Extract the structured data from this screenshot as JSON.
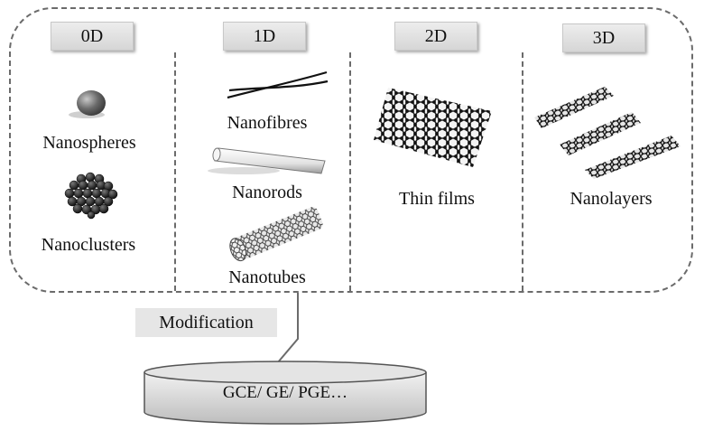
{
  "dimensions": [
    "0D",
    "1D",
    "2D",
    "3D"
  ],
  "materials": {
    "nanospheres": "Nanospheres",
    "nanoclusters": "Nanoclusters",
    "nanofibres": "Nanofibres",
    "nanorods": "Nanorods",
    "nanotubes": "Nanotubes",
    "thin_films": "Thin films",
    "nanolayers": "Nanolayers"
  },
  "modification_label": "Modification",
  "electrode_label": "GCE/ GE/ PGE…",
  "icons": [
    "nanosphere-icon",
    "nanocluster-icon",
    "nanofibre-icon",
    "nanorod-icon",
    "nanotube-icon",
    "thin-film-icon",
    "nanolayer-icon",
    "electrode-disk-icon"
  ]
}
